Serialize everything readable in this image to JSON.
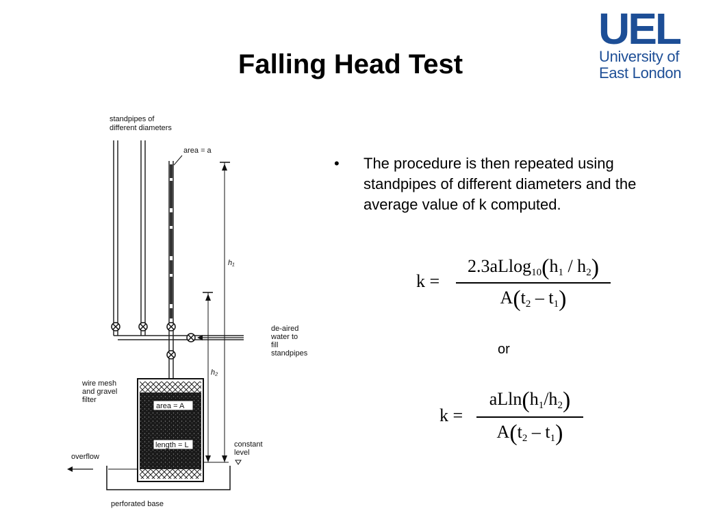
{
  "slide": {
    "title": "Falling Head Test"
  },
  "logo": {
    "mark": "UEL",
    "line1": "University of",
    "line2": "East London",
    "color": "#1d4e96"
  },
  "diagram": {
    "labels": {
      "standpipes": "standpipes of different diameters",
      "area_a": "area = a",
      "h1": "h₁",
      "deaired": "de-aired water to fill standpipes",
      "h2": "h₂",
      "wire_mesh": "wire mesh and gravel filter",
      "area_A": "area = A",
      "length": "length = L",
      "constant_level": "constant level",
      "overflow": "overflow",
      "perforated_base": "perforated base"
    }
  },
  "bullet": {
    "symbol": "•",
    "text": "The procedure is then repeated using standpipes of different diameters and the average value of k computed."
  },
  "equation1": {
    "lhs": "k =",
    "numerator": "2.3aLlog10(h1 / h2)",
    "denominator": "A(t2 – t1)"
  },
  "or_text": "or",
  "equation2": {
    "lhs": "k =",
    "numerator": "aLln(h1/h2)",
    "denominator": "A(t2 – t1)"
  }
}
